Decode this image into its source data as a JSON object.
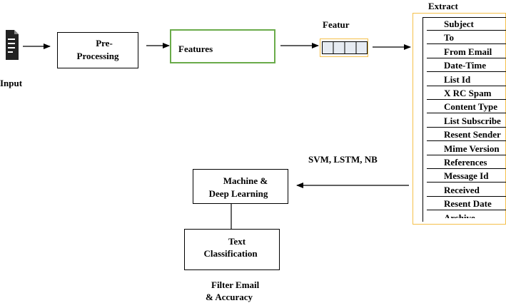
{
  "input": {
    "label": "Input",
    "icon": "document-icon"
  },
  "preprocessing": {
    "label_line1": "Pre-",
    "label_line2": "Processing"
  },
  "features": {
    "label": "Features"
  },
  "feature_vector": {
    "label": "Featur"
  },
  "extract": {
    "title": "Extract",
    "items": [
      "Subject",
      "To",
      "From Email",
      "Date-Time",
      "List Id",
      "X RC Spam",
      "Content Type",
      "List Subscribe",
      "Resent Sender",
      "Mime Version",
      "References",
      "Message Id",
      "Received",
      "Resent Date",
      "Archive"
    ]
  },
  "algorithms": {
    "label": "SVM, LSTM, NB"
  },
  "ml": {
    "label_line1": "Machine &",
    "label_line2": "Deep Learning"
  },
  "text_classification": {
    "label_line1": "Text",
    "label_line2": "Classification"
  },
  "output": {
    "label_line1": "Filter Email",
    "label_line2": "& Accuracy"
  },
  "colors": {
    "features_border": "#6aab4a",
    "accent_orange": "#f5c04a",
    "vector_fill": "#e6ebf2"
  }
}
